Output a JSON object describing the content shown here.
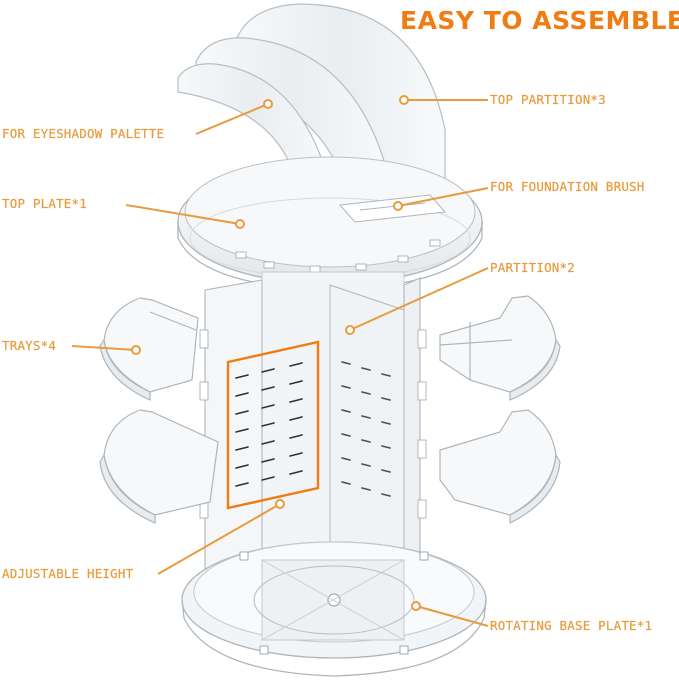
{
  "colors": {
    "accent": "#F07D13",
    "label": "#E89B3C",
    "line": "#E89B3C",
    "acrylic": "#EEF1F3",
    "edge": "#B7BEC3"
  },
  "title": "EASY TO ASSEMBLE",
  "labels": {
    "top_partition": "TOP PARTITION*3",
    "eyeshadow": "FOR EYESHADOW PALETTE",
    "top_plate": "TOP PLATE*1",
    "foundation_brush": "FOR FOUNDATION BRUSH",
    "partition": "PARTITION*2",
    "trays": "TRAYS*4",
    "adjustable_height": "ADJUSTABLE HEIGHT",
    "rotating_base": "ROTATING BASE PLATE*1"
  }
}
